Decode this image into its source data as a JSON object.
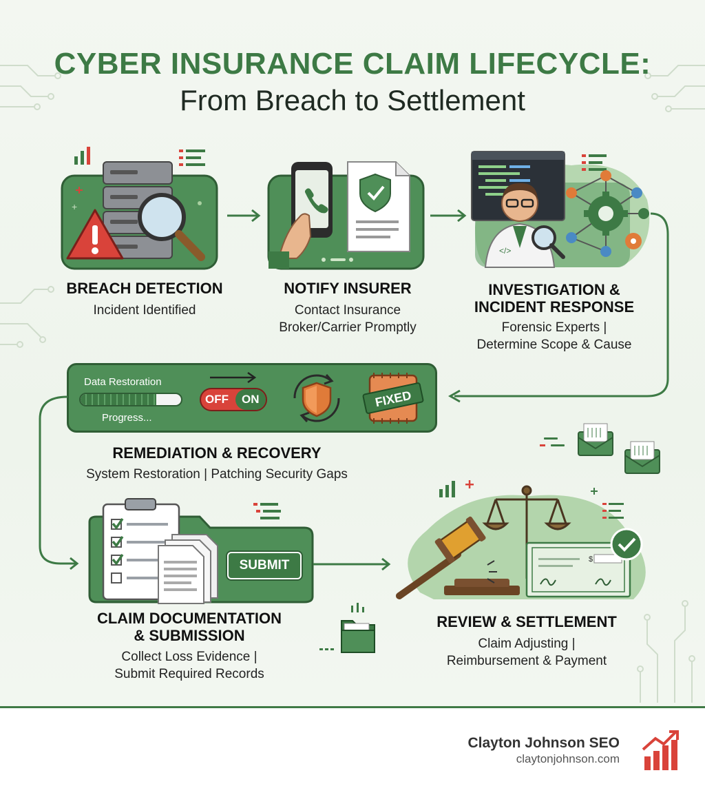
{
  "title": {
    "line1": "CYBER INSURANCE CLAIM LIFECYCLE:",
    "line2": "From Breach to Settlement"
  },
  "steps": [
    {
      "title_lines": [
        "BREACH DETECTION"
      ],
      "sub_lines": [
        "Incident Identified"
      ]
    },
    {
      "title_lines": [
        "NOTIFY INSURER"
      ],
      "sub_lines": [
        "Contact Insurance",
        "Broker/Carrier Promptly"
      ]
    },
    {
      "title_lines": [
        "INVESTIGATION &",
        "INCIDENT RESPONSE"
      ],
      "sub_lines": [
        "Forensic Experts |",
        "Determine Scope & Cause"
      ]
    },
    {
      "title_lines": [
        "REMEDIATION & RECOVERY"
      ],
      "sub_lines": [
        "System Restoration | Patching Security Gaps"
      ]
    },
    {
      "title_lines": [
        "CLAIM DOCUMENTATION",
        "& SUBMISSION"
      ],
      "sub_lines": [
        "Collect Loss Evidence |",
        "Submit Required Records"
      ]
    },
    {
      "title_lines": [
        "REVIEW & SETTLEMENT"
      ],
      "sub_lines": [
        "Claim Adjusting |",
        "Reimbursement & Payment"
      ]
    }
  ],
  "remediation_panel": {
    "restore_label": "Data Restoration",
    "progress_label": "Progress...",
    "progress_fraction": 0.75,
    "toggle_off": "OFF",
    "toggle_on": "ON",
    "fixed_stamp": "FIXED"
  },
  "submission_panel": {
    "submit_label": "SUBMIT"
  },
  "settlement_panel": {
    "currency_symbol": "$"
  },
  "icons": [
    "server-icon",
    "warning-icon",
    "magnifier-icon",
    "phone-icon",
    "shield-check-document-icon",
    "investigator-icon",
    "network-gear-icon",
    "shield-sync-icon",
    "patch-icon",
    "clipboard-checklist-icon",
    "documents-icon",
    "scales-icon",
    "gavel-icon",
    "check-icon",
    "folder-icon",
    "envelope-icon",
    "bar-chart-icon"
  ],
  "colors": {
    "primary_green": "#3d7a45",
    "panel_green": "#4f8f58",
    "light_green": "#a8cfa0",
    "alert_red": "#d9433a",
    "accent_orange": "#e07b39"
  },
  "footer": {
    "brand": "Clayton Johnson SEO",
    "url": "claytonjohnson.com"
  }
}
